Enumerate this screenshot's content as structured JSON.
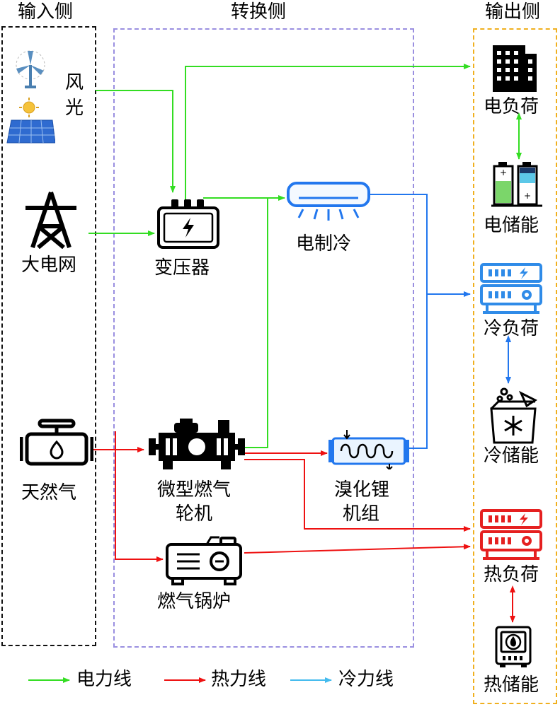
{
  "sections": {
    "input": "输入侧",
    "convert": "转换侧",
    "output": "输出侧"
  },
  "inputs": {
    "wind_solar": "风\n光",
    "wind_char": "风",
    "solar_char": "光",
    "grid": "大电网",
    "gas": "天然气"
  },
  "converters": {
    "transformer": "变压器",
    "electric_chiller": "电制冷",
    "micro_turbine_line1": "微型燃气",
    "micro_turbine_line2": "轮机",
    "libr_chiller_line1": "溴化锂",
    "libr_chiller_line2": "机组",
    "gas_boiler": "燃气锅炉"
  },
  "outputs": {
    "electric_load": "电负荷",
    "electric_storage": "电储能",
    "cooling_load": "冷负荷",
    "cooling_storage": "冷储能",
    "heat_load": "热负荷",
    "heat_storage": "热储能"
  },
  "legend": {
    "power": "电力线",
    "heat": "热力线",
    "cold": "冷力线"
  },
  "colors": {
    "power": "#33dd22",
    "heat": "#ee1111",
    "cold": "#2277ee",
    "cold_legend": "#44bbee",
    "input_border": "#111111",
    "convert_border": "#9a8fe0",
    "output_border": "#f0b020"
  }
}
